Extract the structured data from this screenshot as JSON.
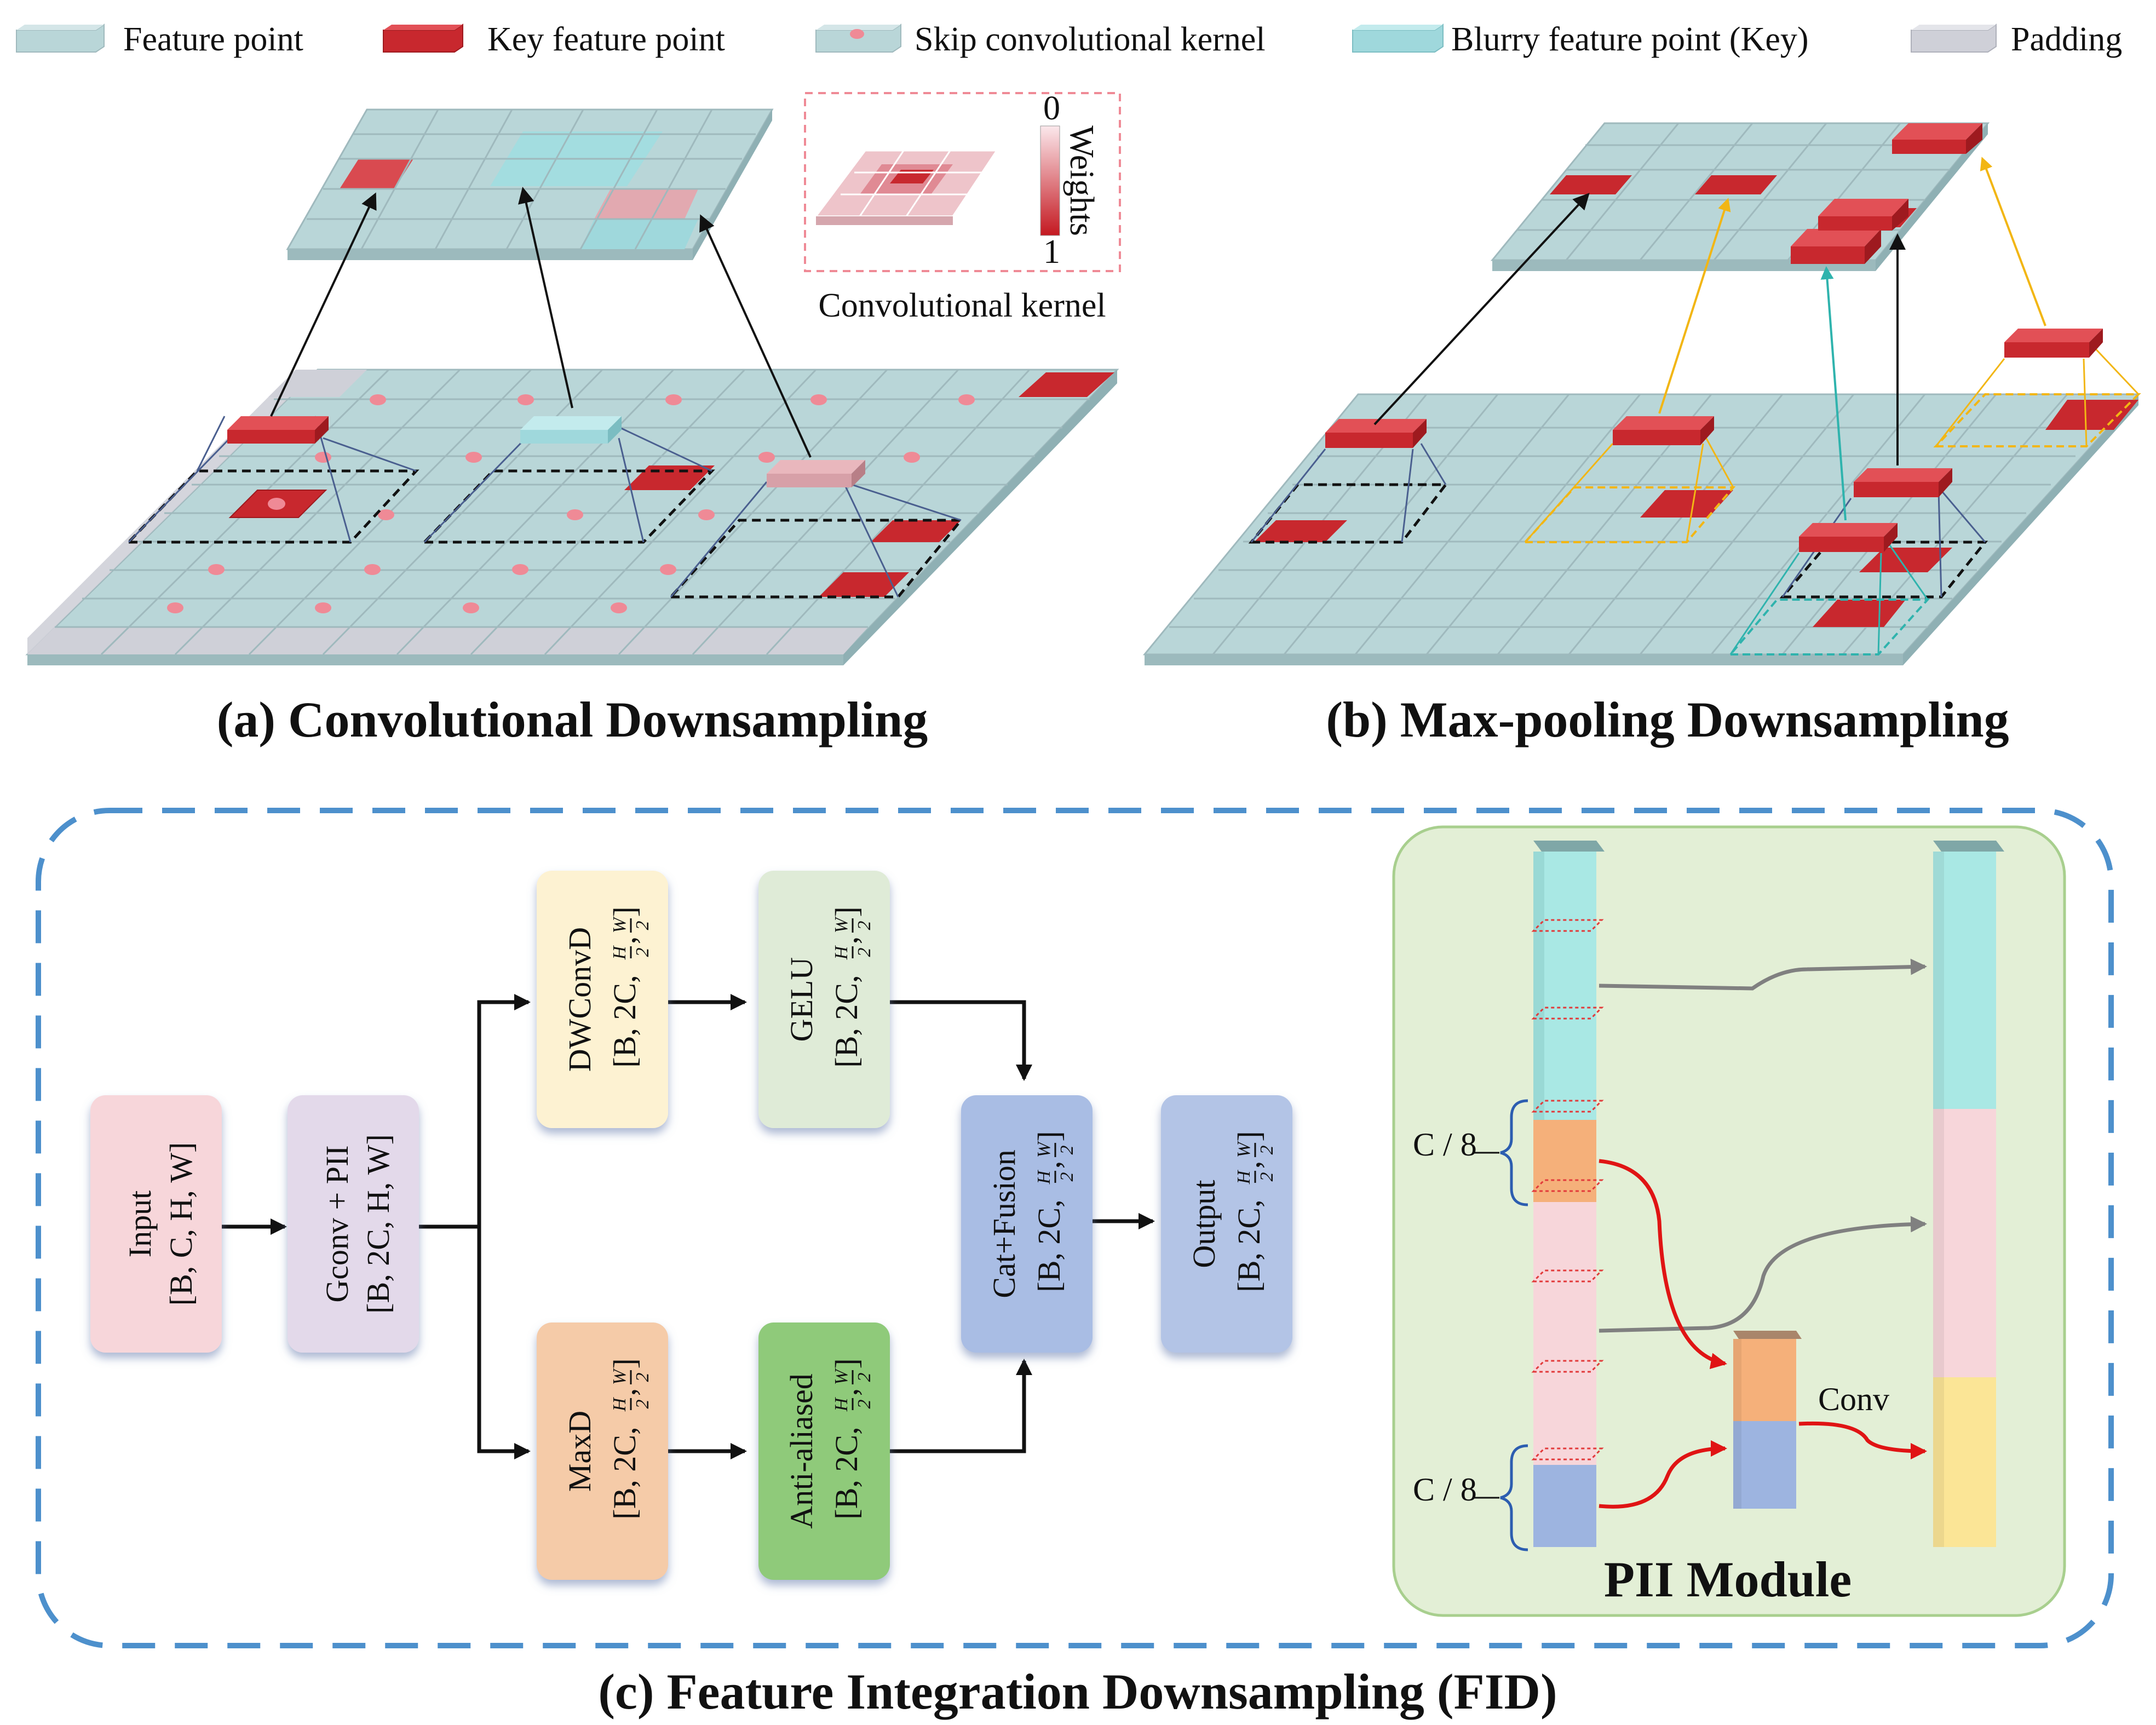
{
  "legend": {
    "items": [
      {
        "label": "Feature point",
        "swatch": "#b9d6d8"
      },
      {
        "label": "Key feature point",
        "swatch": "#c8282e"
      },
      {
        "label": "Skip convolutional kernel",
        "swatch": "#b9d6d8"
      },
      {
        "label": "Blurry feature point (Key)",
        "swatch": "#9fd8dc"
      },
      {
        "label": "Padding",
        "swatch": "#cfd0d8"
      }
    ]
  },
  "panel_a": {
    "caption": "(a) Convolutional Downsampling",
    "kernel_inset": {
      "label": "Convolutional kernel",
      "colorbar_label": "Weights",
      "colorbar_min": "0",
      "colorbar_max": "1"
    }
  },
  "panel_b": {
    "caption": "(b) Max-pooling Downsampling"
  },
  "panel_c": {
    "caption": "(c) Feature Integration Downsampling (FID)",
    "blocks": {
      "input": {
        "name": "Input",
        "shape": "[B, C, H, W]"
      },
      "gconv": {
        "name": "Gconv + PII",
        "shape": "[B, 2C, H, W]"
      },
      "dwconvd": {
        "name": "DWConvD",
        "shape_prefix": "[B, 2C,"
      },
      "gelu": {
        "name": "GELU",
        "shape_prefix": "[B, 2C,"
      },
      "maxd": {
        "name": "MaxD",
        "shape_prefix": "[B, 2C,"
      },
      "antialiased": {
        "name": "Anti-aliased",
        "shape_prefix": "[B, 2C,"
      },
      "catfusion": {
        "name": "Cat+Fusion",
        "shape_prefix": "[B, 2C,"
      },
      "output": {
        "name": "Output",
        "shape_prefix": "[B, 2C,"
      }
    },
    "fraction": {
      "h": "H",
      "w": "W",
      "den": "2"
    },
    "pii": {
      "title": "PII Module",
      "split_label_top": "C / 8",
      "split_label_bottom": "C / 8",
      "conv_label": "Conv"
    }
  },
  "colors": {
    "feature": "#b9d6d8",
    "key": "#c8282e",
    "blurry": "#9fd8dc",
    "padding": "#cfd0d8",
    "pii_bg": "#e3efd6",
    "dashed_border": "#4d90cc",
    "input_box": "#f7d6da",
    "gconv_box": "#e3d9ea",
    "dwconv_box": "#fdf2d2",
    "gelu_box": "#dfebd7",
    "maxd_box": "#f5cba8",
    "anti_box": "#8fca7a",
    "cat_box": "#a9bde4",
    "output_box": "#b3c4e6"
  }
}
